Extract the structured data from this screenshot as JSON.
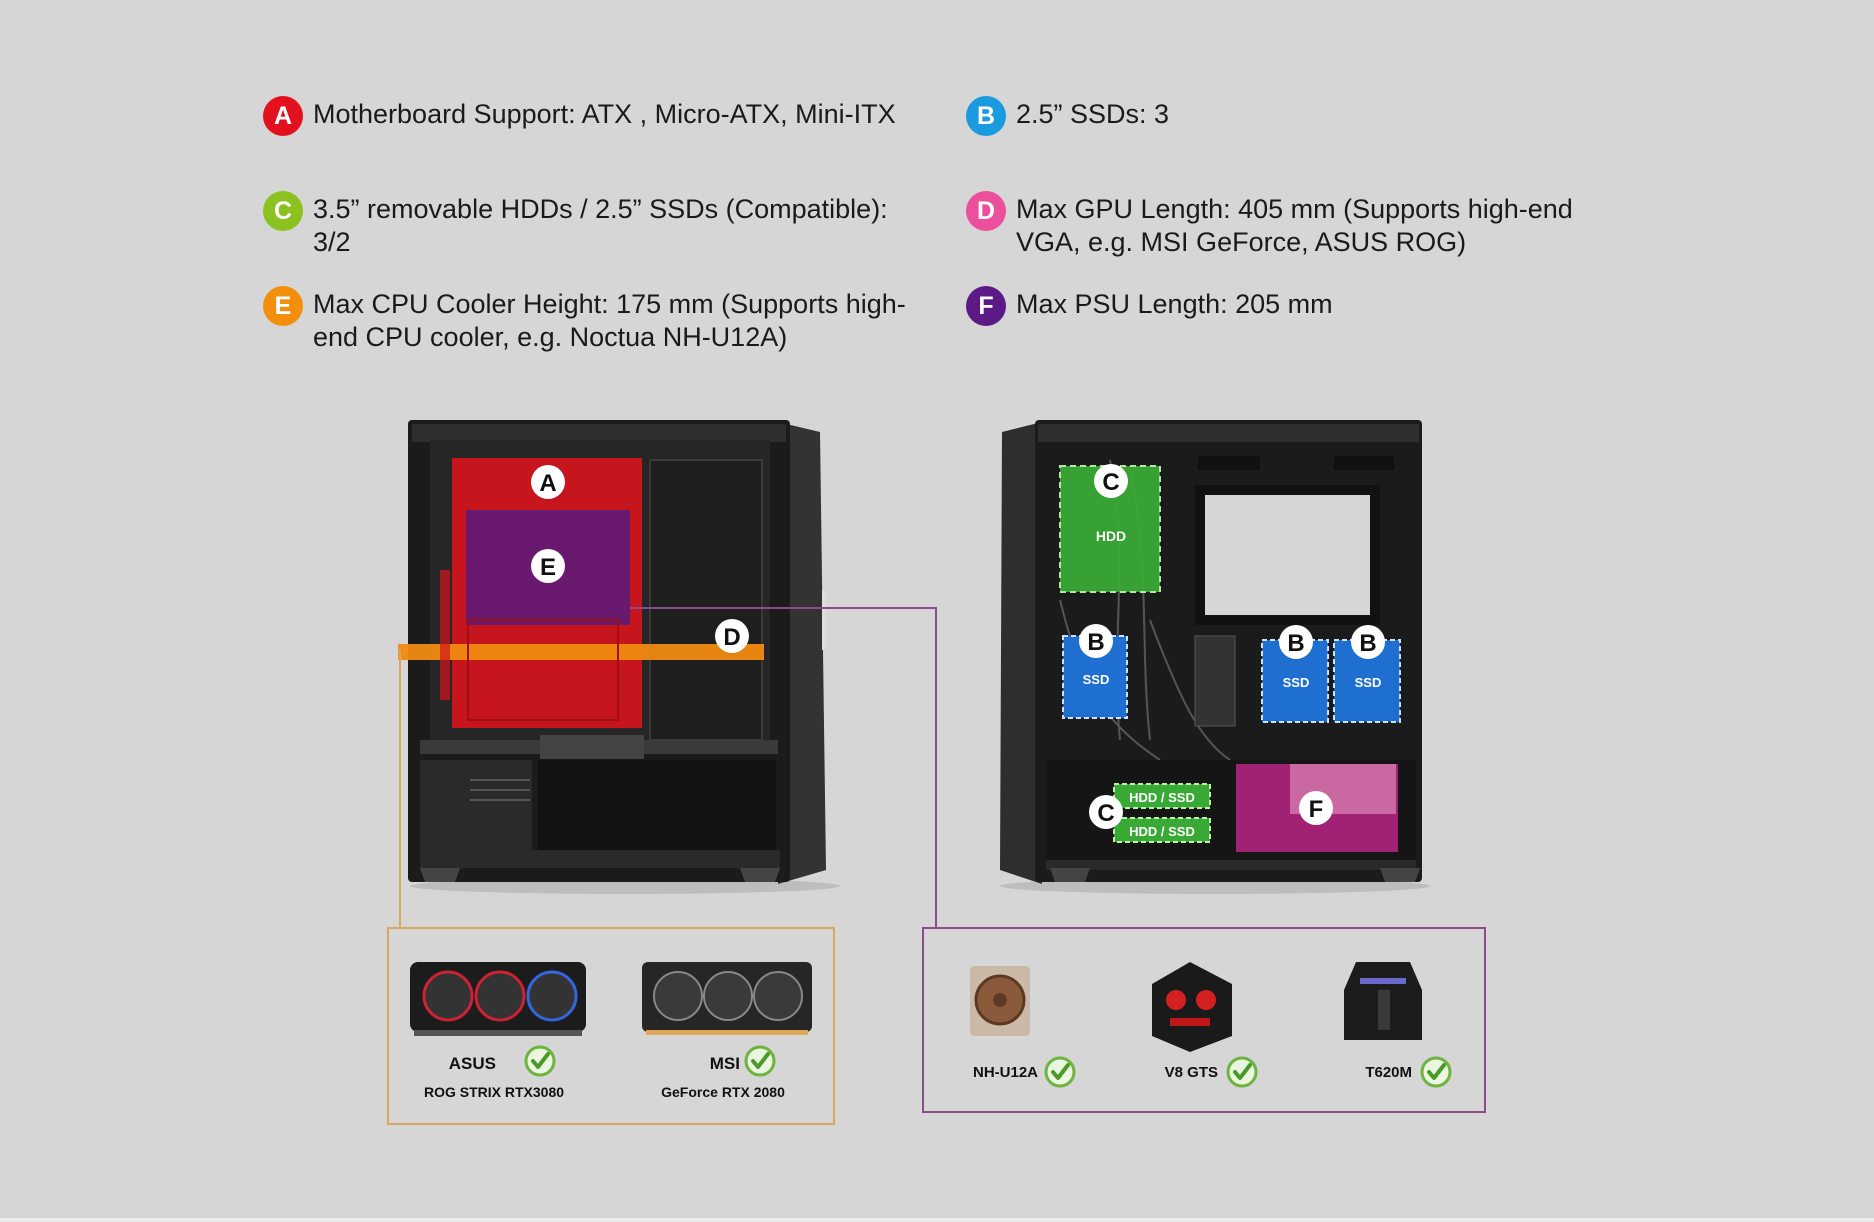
{
  "specs": [
    {
      "letter": "A",
      "color": "#e3101e",
      "text": "Motherboard Support: ATX , Micro-ATX, Mini-ITX"
    },
    {
      "letter": "B",
      "color": "#1a9be0",
      "text": "2.5” SSDs: 3"
    },
    {
      "letter": "C",
      "color": "#8cc21f",
      "text": "3.5” removable HDDs / 2.5” SSDs (Compatible): 3/2"
    },
    {
      "letter": "D",
      "color": "#ec4f9c",
      "text": "Max GPU Length: 405 mm (Supports high-end VGA, e.g. MSI GeForce, ASUS ROG)"
    },
    {
      "letter": "E",
      "color": "#f2900d",
      "text": "Max CPU Cooler Height: 175 mm (Supports high-end CPU cooler, e.g. Noctua NH-U12A)"
    },
    {
      "letter": "F",
      "color": "#5b1a86",
      "text": "Max PSU Length: 205 mm"
    }
  ],
  "left_case": {
    "labels": {
      "a": "A",
      "e": "E",
      "d": "D"
    }
  },
  "right_case": {
    "labels": {
      "c": "C",
      "b": "B",
      "f": "F"
    },
    "hdd_label": "HDD",
    "ssd_label": "SSD",
    "hdd_ssd_label": "HDD / SSD"
  },
  "gpu_box": {
    "items": [
      {
        "brand": "ASUS",
        "model": "ROG STRIX RTX3080"
      },
      {
        "brand": "MSI",
        "model": "GeForce RTX 2080"
      }
    ]
  },
  "cooler_box": {
    "items": [
      {
        "name": "NH-U12A"
      },
      {
        "name": "V8 GTS"
      },
      {
        "name": "T620M"
      }
    ]
  },
  "colors": {
    "check": "#6db33f",
    "gpu_box_border": "#d9a85f",
    "cooler_box_border": "#8a4d8a",
    "zone_red": "#d4141c",
    "zone_purple": "#6a1a6e",
    "zone_orange": "#f08a10",
    "zone_green": "#39a935",
    "zone_blue": "#1f6fd1",
    "zone_magenta": "#b0237f"
  }
}
